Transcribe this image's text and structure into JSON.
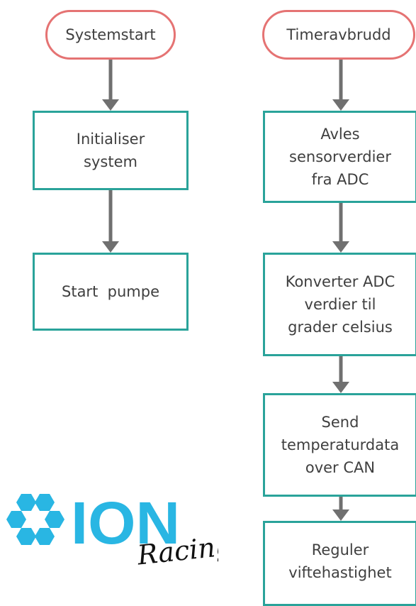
{
  "colors": {
    "terminal_border": "#e57373",
    "process_border": "#2aa39a",
    "arrow": "#707070",
    "text": "#3f3f3f",
    "logo_blue": "#29b6e3"
  },
  "left_flow": {
    "start": "Systemstart",
    "steps": [
      {
        "lines": [
          "Initialiser",
          "system"
        ]
      },
      {
        "lines": [
          "Start  pumpe"
        ]
      }
    ]
  },
  "right_flow": {
    "start": "Timeravbrudd",
    "steps": [
      {
        "lines": [
          "Avles",
          "sensorverdier",
          "fra ADC"
        ]
      },
      {
        "lines": [
          "Konverter ADC",
          "verdier til",
          "grader celsius"
        ]
      },
      {
        "lines": [
          "Send",
          "temperaturdata",
          "over CAN"
        ]
      },
      {
        "lines": [
          "Reguler",
          "viftehastighet"
        ]
      }
    ]
  },
  "logo": {
    "wordmark": "ION",
    "script": "Racing",
    "icon": "hexagon-cluster-icon"
  }
}
